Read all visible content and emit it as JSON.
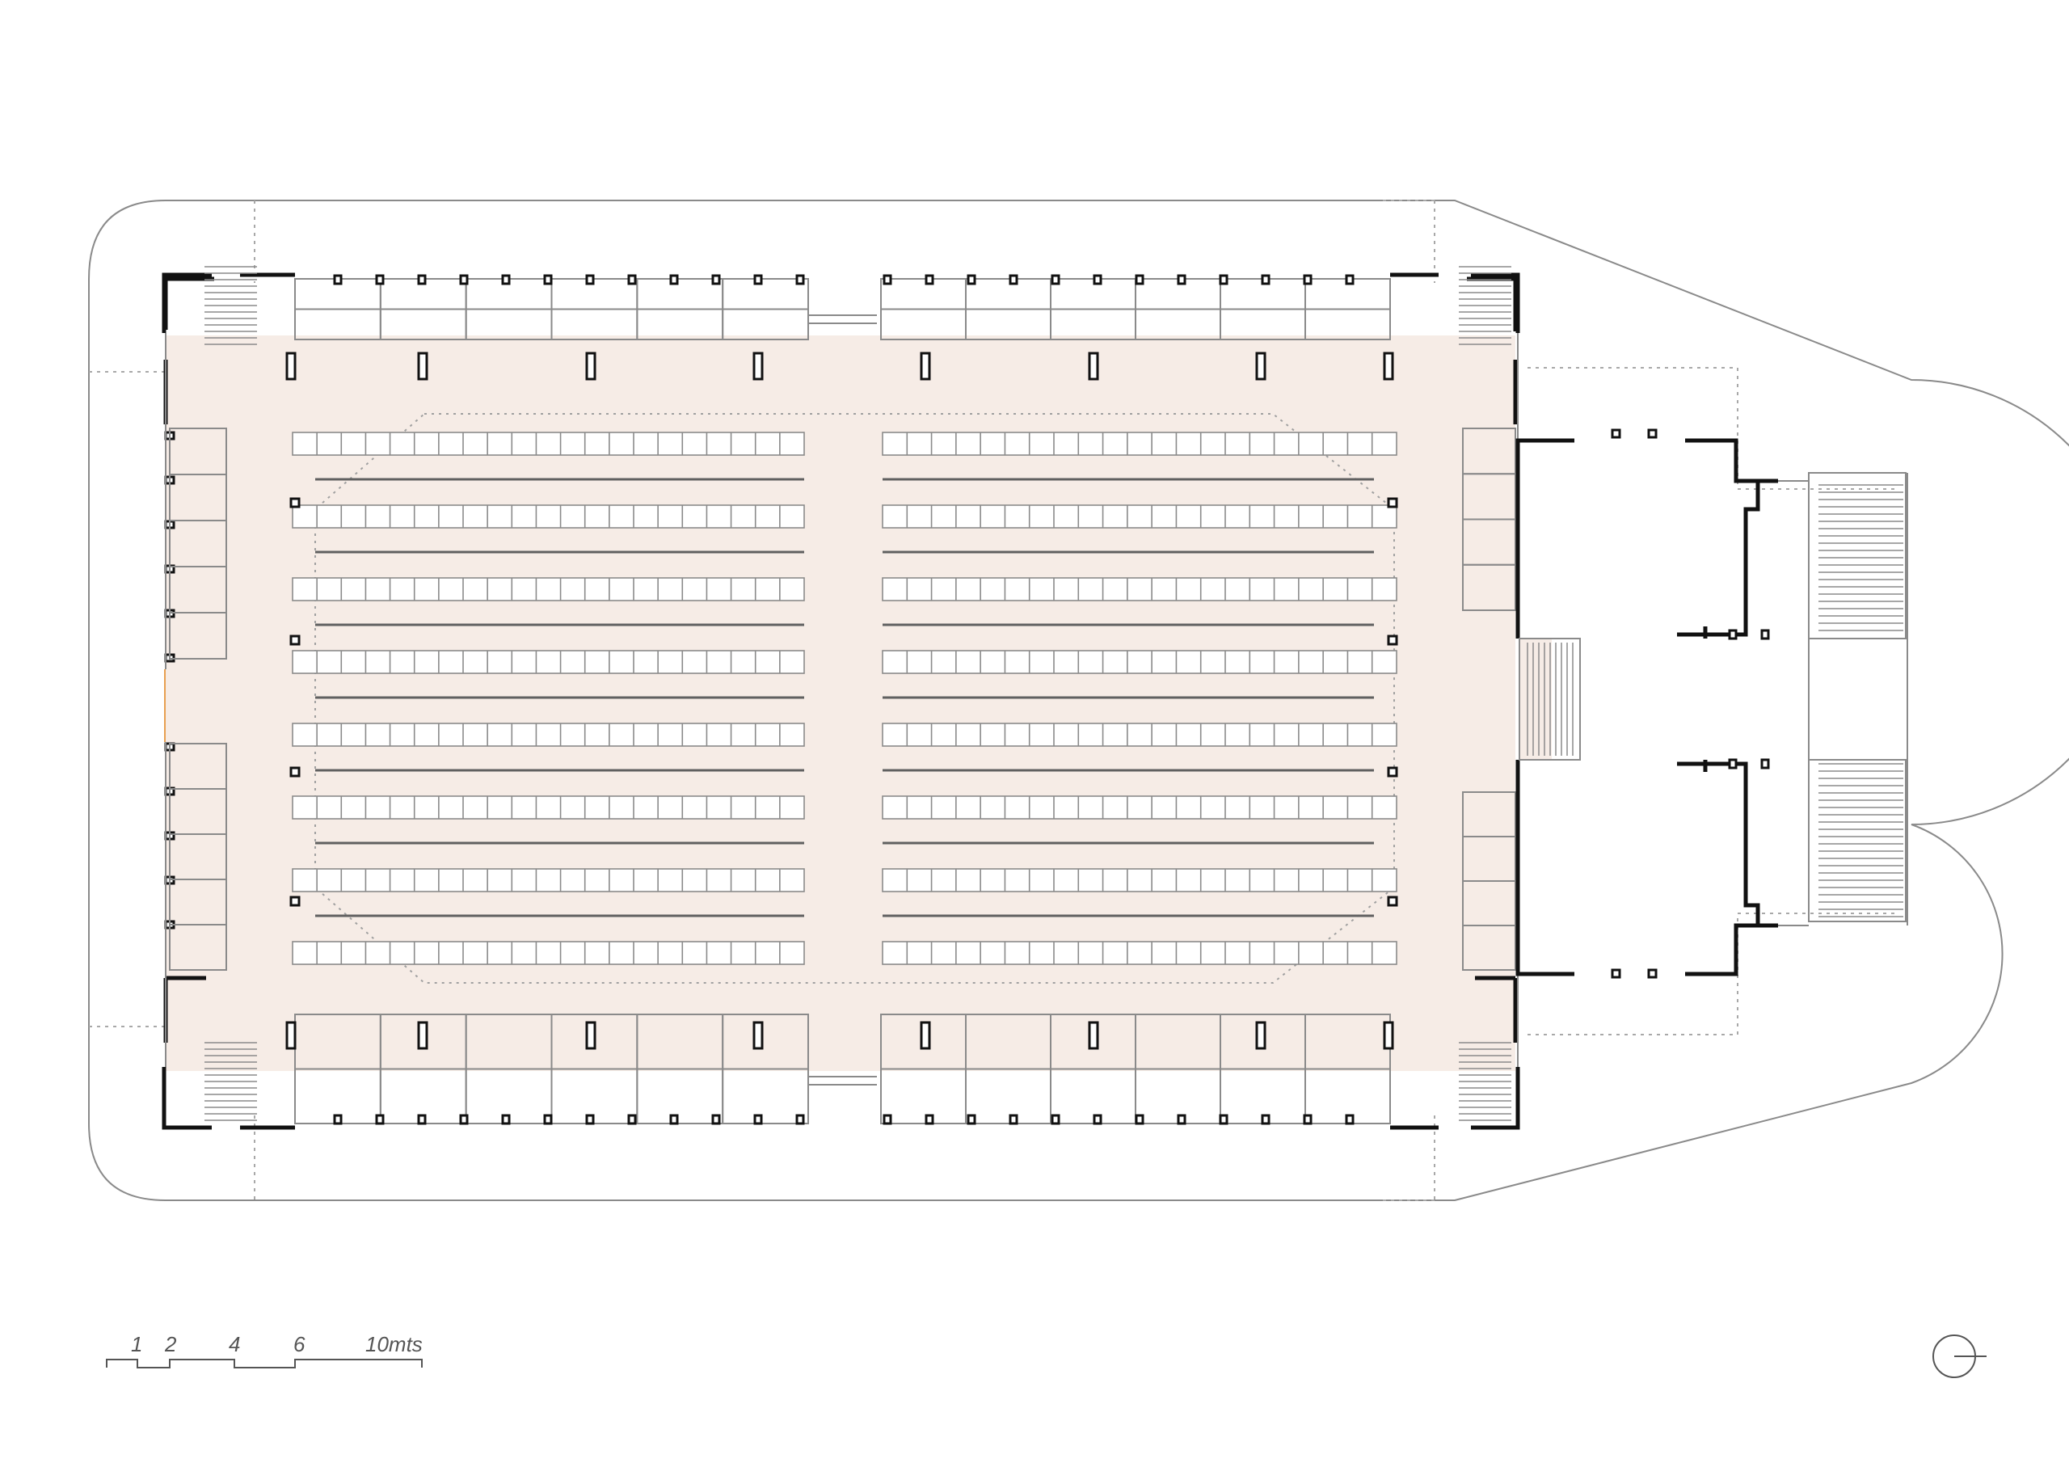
{
  "scale_bar": {
    "labels": [
      "1",
      "2",
      "4",
      "6",
      "10mts"
    ]
  },
  "colors": {
    "floor_fill": "#f6ece6",
    "wall": "#111111",
    "line": "#8a8a8a",
    "dotted": "#a0a0a0",
    "accent_door": "#e8a050"
  },
  "icons": {
    "north_arrow": "north-arrow-icon"
  }
}
